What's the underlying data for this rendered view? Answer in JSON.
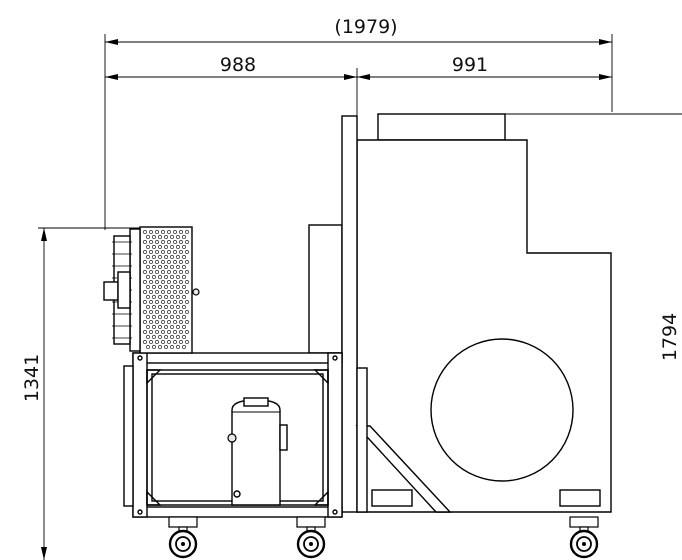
{
  "dimensions": {
    "overall_width": "(1979)",
    "left_section_width": "988",
    "right_section_width": "991",
    "left_height": "1341",
    "overall_height": "1794"
  }
}
